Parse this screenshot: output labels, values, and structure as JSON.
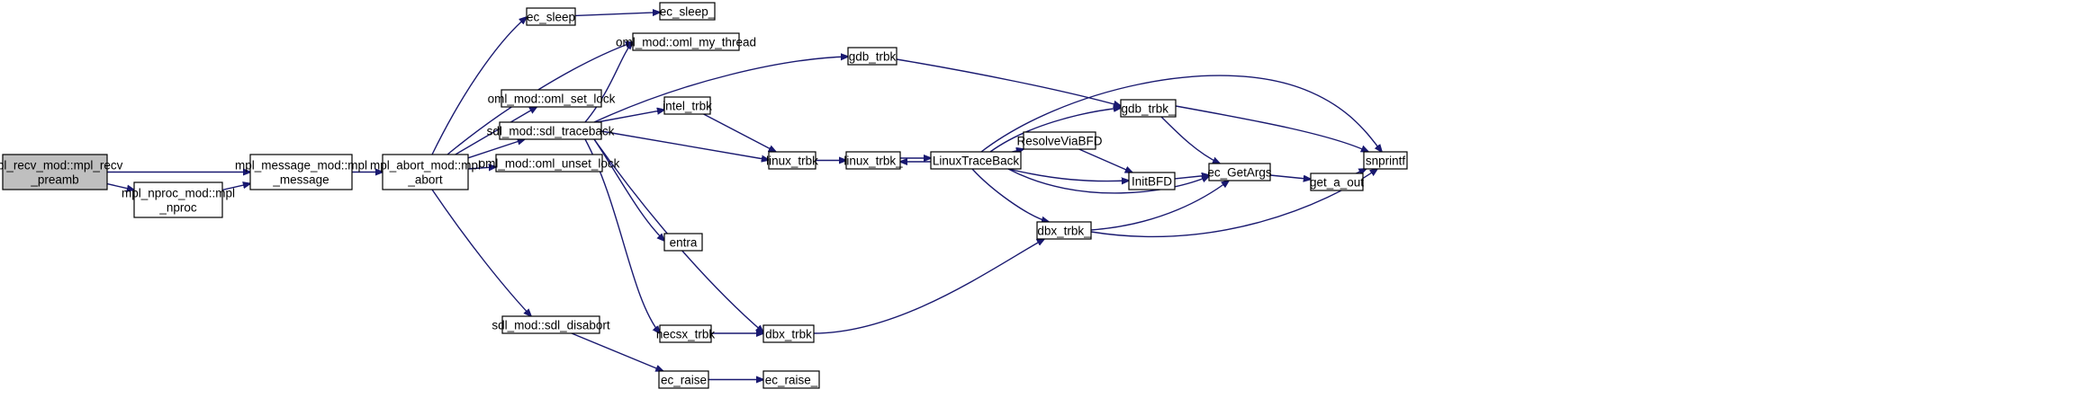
{
  "diagram": {
    "kind": "call-graph",
    "colors": {
      "edge": "#191970",
      "root_fill": "#bfbfbf",
      "node_fill": "#ffffff",
      "node_border": "#000000"
    },
    "nodes": [
      {
        "id": "root",
        "lines": [
          "mpl_recv_mod::mpl_recv",
          "_preamb"
        ],
        "root": true
      },
      {
        "id": "nproc",
        "lines": [
          "mpl_nproc_mod::mpl",
          "_nproc"
        ]
      },
      {
        "id": "message",
        "lines": [
          "mpl_message_mod::mpl",
          "_message"
        ]
      },
      {
        "id": "abort",
        "lines": [
          "mpl_abort_mod::mpl",
          "_abort"
        ]
      },
      {
        "id": "ec_sleep",
        "lines": [
          "ec_sleep"
        ]
      },
      {
        "id": "ec_sleep_",
        "lines": [
          "ec_sleep_"
        ]
      },
      {
        "id": "oml_my_thread",
        "lines": [
          "oml_mod::oml_my_thread"
        ]
      },
      {
        "id": "oml_set_lock",
        "lines": [
          "oml_mod::oml_set_lock"
        ]
      },
      {
        "id": "sdl_traceback",
        "lines": [
          "sdl_mod::sdl_traceback"
        ]
      },
      {
        "id": "oml_unset_lock",
        "lines": [
          "oml_mod::oml_unset_lock"
        ]
      },
      {
        "id": "sdl_disabort",
        "lines": [
          "sdl_mod::sdl_disabort"
        ]
      },
      {
        "id": "gdb_trbk",
        "lines": [
          "gdb_trbk"
        ]
      },
      {
        "id": "intel_trbk",
        "lines": [
          "intel_trbk"
        ]
      },
      {
        "id": "entra",
        "lines": [
          "entra"
        ]
      },
      {
        "id": "necsx_trbk",
        "lines": [
          "necsx_trbk"
        ]
      },
      {
        "id": "dbx_trbk",
        "lines": [
          "dbx_trbk"
        ]
      },
      {
        "id": "ec_raise",
        "lines": [
          "ec_raise"
        ]
      },
      {
        "id": "ec_raise_",
        "lines": [
          "ec_raise_"
        ]
      },
      {
        "id": "linux_trbk",
        "lines": [
          "linux_trbk"
        ]
      },
      {
        "id": "linux_trbk_",
        "lines": [
          "linux_trbk_"
        ]
      },
      {
        "id": "LinuxTraceBack",
        "lines": [
          "LinuxTraceBack"
        ]
      },
      {
        "id": "ResolveViaBFD",
        "lines": [
          "ResolveViaBFD"
        ]
      },
      {
        "id": "gdb_trbk_",
        "lines": [
          "gdb_trbk_"
        ]
      },
      {
        "id": "InitBFD",
        "lines": [
          "InitBFD"
        ]
      },
      {
        "id": "dbx_trbk_",
        "lines": [
          "dbx_trbk_"
        ]
      },
      {
        "id": "ec_GetArgs",
        "lines": [
          "ec_GetArgs"
        ]
      },
      {
        "id": "get_a_out",
        "lines": [
          "get_a_out"
        ]
      },
      {
        "id": "snprintf",
        "lines": [
          "snprintf"
        ]
      }
    ],
    "edges": [
      [
        "root",
        "message"
      ],
      [
        "root",
        "nproc"
      ],
      [
        "nproc",
        "message"
      ],
      [
        "message",
        "abort"
      ],
      [
        "abort",
        "ec_sleep"
      ],
      [
        "abort",
        "oml_my_thread"
      ],
      [
        "abort",
        "oml_set_lock"
      ],
      [
        "abort",
        "sdl_traceback"
      ],
      [
        "abort",
        "oml_unset_lock"
      ],
      [
        "abort",
        "sdl_disabort"
      ],
      [
        "ec_sleep",
        "ec_sleep_"
      ],
      [
        "sdl_traceback",
        "oml_my_thread"
      ],
      [
        "sdl_traceback",
        "gdb_trbk"
      ],
      [
        "sdl_traceback",
        "intel_trbk"
      ],
      [
        "sdl_traceback",
        "linux_trbk"
      ],
      [
        "sdl_traceback",
        "entra"
      ],
      [
        "sdl_traceback",
        "necsx_trbk"
      ],
      [
        "sdl_traceback",
        "dbx_trbk"
      ],
      [
        "sdl_disabort",
        "ec_raise"
      ],
      [
        "ec_raise",
        "ec_raise_"
      ],
      [
        "gdb_trbk",
        "gdb_trbk_"
      ],
      [
        "intel_trbk",
        "linux_trbk"
      ],
      [
        "necsx_trbk",
        "dbx_trbk"
      ],
      [
        "dbx_trbk",
        "dbx_trbk_"
      ],
      [
        "linux_trbk",
        "linux_trbk_"
      ],
      [
        "linux_trbk_",
        "LinuxTraceBack"
      ],
      [
        "LinuxTraceBack",
        "linux_trbk_"
      ],
      [
        "LinuxTraceBack",
        "gdb_trbk_"
      ],
      [
        "LinuxTraceBack",
        "ResolveViaBFD"
      ],
      [
        "LinuxTraceBack",
        "InitBFD"
      ],
      [
        "LinuxTraceBack",
        "ec_GetArgs"
      ],
      [
        "LinuxTraceBack",
        "dbx_trbk_"
      ],
      [
        "LinuxTraceBack",
        "snprintf"
      ],
      [
        "ResolveViaBFD",
        "InitBFD"
      ],
      [
        "gdb_trbk_",
        "ec_GetArgs"
      ],
      [
        "gdb_trbk_",
        "snprintf"
      ],
      [
        "InitBFD",
        "ec_GetArgs"
      ],
      [
        "dbx_trbk_",
        "ec_GetArgs"
      ],
      [
        "dbx_trbk_",
        "snprintf"
      ],
      [
        "ec_GetArgs",
        "get_a_out"
      ],
      [
        "get_a_out",
        "snprintf"
      ]
    ]
  }
}
